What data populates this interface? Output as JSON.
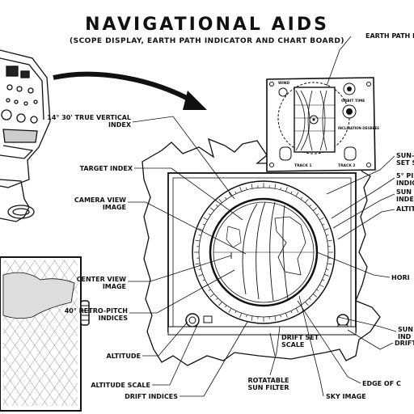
{
  "header": {
    "title": "NAVIGATIONAL AIDS",
    "subtitle": "(SCOPE DISPLAY, EARTH PATH INDICATOR AND CHART BOARD)"
  },
  "panel": {
    "wind": "WIND",
    "orbit_time": "ORBIT TIME",
    "inclination": "INCLINATION DEGREES",
    "track1": "TRACK 1",
    "track2": "TRACK 2"
  },
  "labels": {
    "left": [
      {
        "id": "true-vertical-index",
        "lines": [
          "14° 30' TRUE VERTICAL",
          "INDEX"
        ]
      },
      {
        "id": "target-index",
        "lines": [
          "TARGET INDEX"
        ]
      },
      {
        "id": "camera-view-image",
        "lines": [
          "CAMERA VIEW",
          "IMAGE"
        ]
      },
      {
        "id": "center-view-image",
        "lines": [
          "CENTER VIEW",
          "IMAGE"
        ]
      },
      {
        "id": "retro-pitch-indices",
        "lines": [
          "40° RETRO-PITCH",
          "INDICES"
        ]
      },
      {
        "id": "altitude",
        "lines": [
          "ALTITUDE"
        ]
      },
      {
        "id": "altitude-scale",
        "lines": [
          "ALTITUDE SCALE"
        ]
      },
      {
        "id": "drift-indices",
        "lines": [
          "DRIFT INDICES"
        ]
      }
    ],
    "bottom": [
      {
        "id": "drift-set-scale",
        "lines": [
          "DRIFT SET",
          "SCALE"
        ]
      },
      {
        "id": "rotatable-sun-filter",
        "lines": [
          "ROTATABLE",
          "SUN FILTER"
        ]
      },
      {
        "id": "sky-image",
        "lines": [
          "SKY IMAGE"
        ]
      }
    ],
    "right": [
      {
        "id": "earth-path-indicator",
        "lines": [
          "EARTH PATH IN"
        ]
      },
      {
        "id": "sun-set",
        "lines": [
          "SUN-",
          "SET S"
        ]
      },
      {
        "id": "pitch-indicator",
        "lines": [
          "5° PI",
          "INDIC"
        ]
      },
      {
        "id": "sun-index",
        "lines": [
          "SUN I",
          "INDE"
        ]
      },
      {
        "id": "altitude-right",
        "lines": [
          "ALTIT"
        ]
      },
      {
        "id": "horizon",
        "lines": [
          "HORI"
        ]
      },
      {
        "id": "sun-index-lower",
        "lines": [
          "SUN",
          "IND"
        ]
      },
      {
        "id": "drift",
        "lines": [
          "DRIFT"
        ]
      },
      {
        "id": "edge-of",
        "lines": [
          "EDGE OF C"
        ]
      }
    ]
  }
}
